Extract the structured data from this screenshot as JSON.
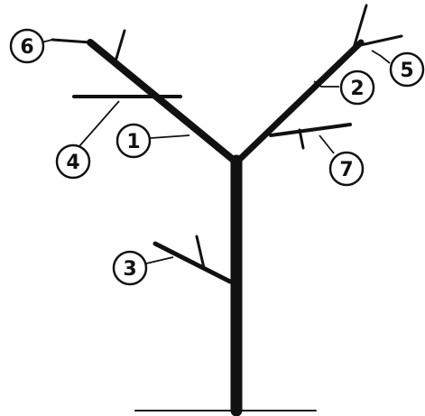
{
  "callouts": [
    {
      "id": "1",
      "label": "1"
    },
    {
      "id": "2",
      "label": "2"
    },
    {
      "id": "3",
      "label": "3"
    },
    {
      "id": "4",
      "label": "4"
    },
    {
      "id": "5",
      "label": "5"
    },
    {
      "id": "6",
      "label": "6"
    },
    {
      "id": "7",
      "label": "7"
    }
  ],
  "colors": {
    "ink": "#111111",
    "background": "#ffffff"
  }
}
